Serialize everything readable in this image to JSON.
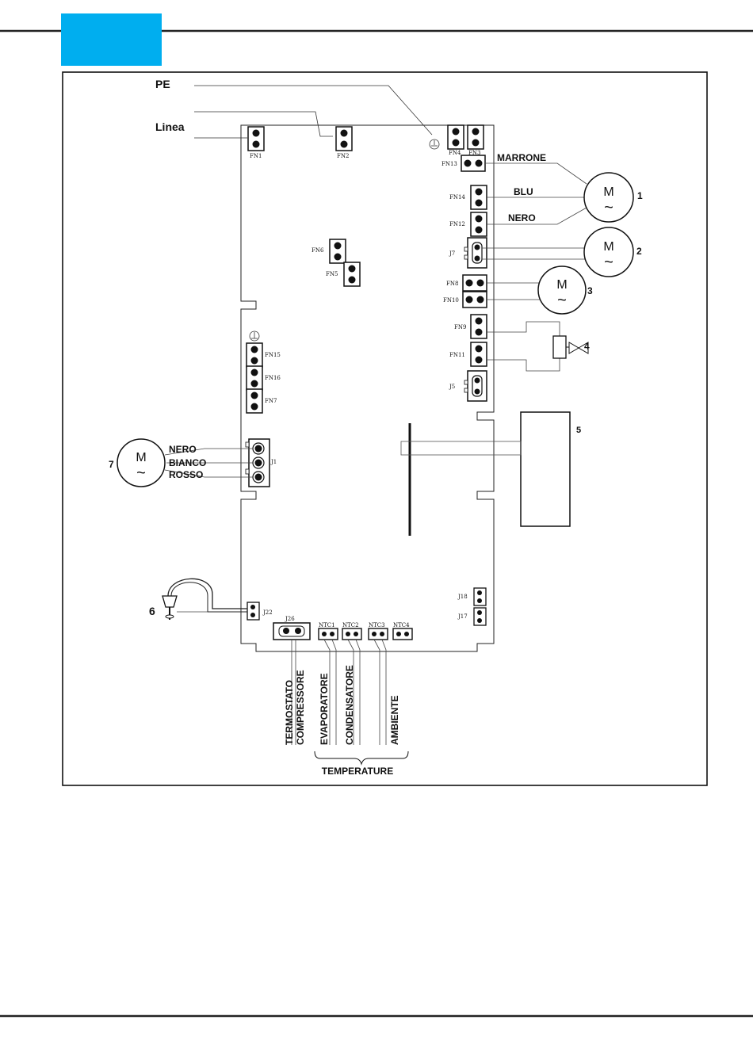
{
  "header": {
    "accent_color": "#00aeef"
  },
  "supply": {
    "pe": "PE",
    "linea": "Linea"
  },
  "connectors": {
    "fn1": "FN1",
    "fn2": "FN2",
    "fn3": "FN3",
    "fn4": "FN4",
    "fn13": "FN13",
    "fn14": "FN14",
    "fn12": "FN12",
    "j7": "J7",
    "fn8": "FN8",
    "fn10": "FN10",
    "fn9": "FN9",
    "fn11": "FN11",
    "j5": "J5",
    "fn6": "FN6",
    "fn5": "FN5",
    "fn15": "FN15",
    "fn16": "FN16",
    "fn7": "FN7",
    "j1": "J1",
    "j22": "J22",
    "j18": "J18",
    "j17": "J17",
    "j26": "J26",
    "ntc1": "NTC1",
    "ntc2": "NTC2",
    "ntc3": "NTC3",
    "ntc4": "NTC4"
  },
  "wires": {
    "marrone": "MARRONE",
    "blu": "BLU",
    "nero": "NERO",
    "j1_nero": "NERO",
    "j1_bianco": "BIANCO",
    "j1_rosso": "ROSSO"
  },
  "motor": {
    "letter": "M",
    "tilde": "~"
  },
  "numbers": {
    "n1": "1",
    "n2": "2",
    "n3": "3",
    "n4": "4",
    "n5": "5",
    "n6": "6",
    "n7": "7"
  },
  "sensors": {
    "termostato": "TERMOSTATO",
    "compressore": "COMPRESSORE",
    "evaporatore": "EVAPORATORE",
    "condensatore": "CONDENSATORE",
    "ambiente": "AMBIENTE",
    "temperature": "TEMPERATURE"
  },
  "icons": [
    "ground-icon",
    "motor-icon",
    "solenoid-valve-icon",
    "thermostat-icon"
  ]
}
